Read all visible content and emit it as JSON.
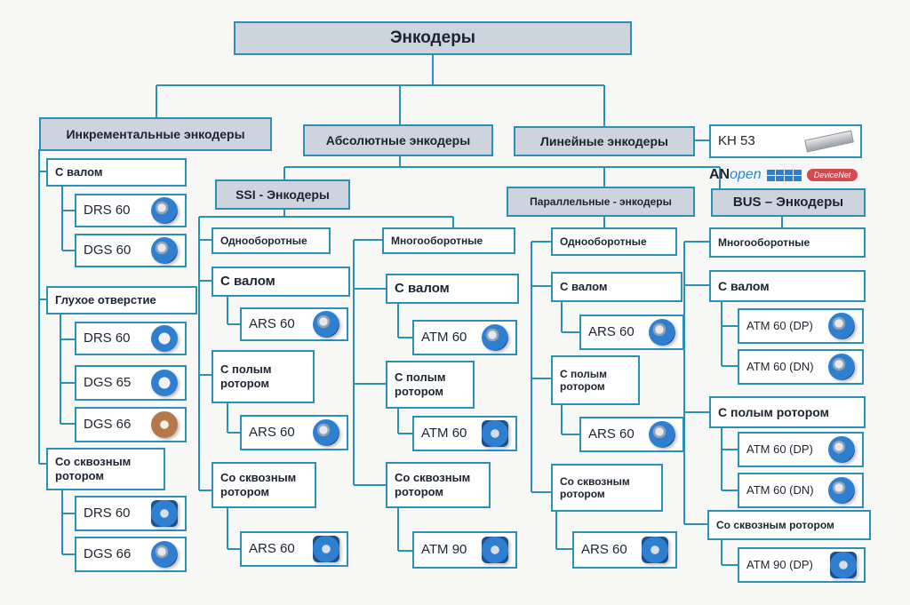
{
  "root": "Энкодеры",
  "categories": {
    "incremental": "Инкрементальные энкодеры",
    "absolute": "Абсолютные энкодеры",
    "linear": "Линейные энкодеры",
    "ssi": "SSI - Энкодеры",
    "parallel": "Параллельные - энкодеры",
    "bus": "BUS – Энкодеры"
  },
  "linear_product": "KH 53",
  "logos": {
    "canopen_a": "AN",
    "canopen_b": "open",
    "devicenet": "DeviceNet"
  },
  "incremental": {
    "shaft": "С валом",
    "blind": "Глухое отверстие",
    "through": "Со сквозным ротором",
    "items": [
      "DRS 60",
      "DGS 60",
      "DRS 60",
      "DGS 65",
      "DGS 66",
      "DRS 60",
      "DGS 66"
    ]
  },
  "ssi": {
    "single": "Однооборотные",
    "multi": "Многооборотные",
    "single_shaft": "С валом",
    "single_hollow": "С полым ротором",
    "single_through": "Со сквозным ротором",
    "single_items": [
      "ARS 60",
      "ARS 60",
      "ARS 60"
    ],
    "multi_shaft": "С валом",
    "multi_hollow": "С полым ротором",
    "multi_through": "Со сквозным ротором",
    "multi_items": [
      "ATM 60",
      "ATM 60",
      "ATM 90"
    ]
  },
  "parallel": {
    "single": "Однооборотные",
    "shaft": "С валом",
    "hollow": "С полым ротором",
    "through": "Со сквозным ротором",
    "items": [
      "ARS 60",
      "ARS 60",
      "ARS 60"
    ]
  },
  "bus": {
    "multi": "Многооборотные",
    "shaft": "С валом",
    "hollow": "С полым ротором",
    "through": "Со сквозным ротором",
    "items": [
      "ATM 60 (DP)",
      "ATM 60 (DN)",
      "ATM 60 (DP)",
      "ATM 60 (DN)",
      "ATM 90 (DP)"
    ]
  },
  "colors": {
    "line": "#2b8fb8",
    "category_fill": "#cfd3de"
  }
}
